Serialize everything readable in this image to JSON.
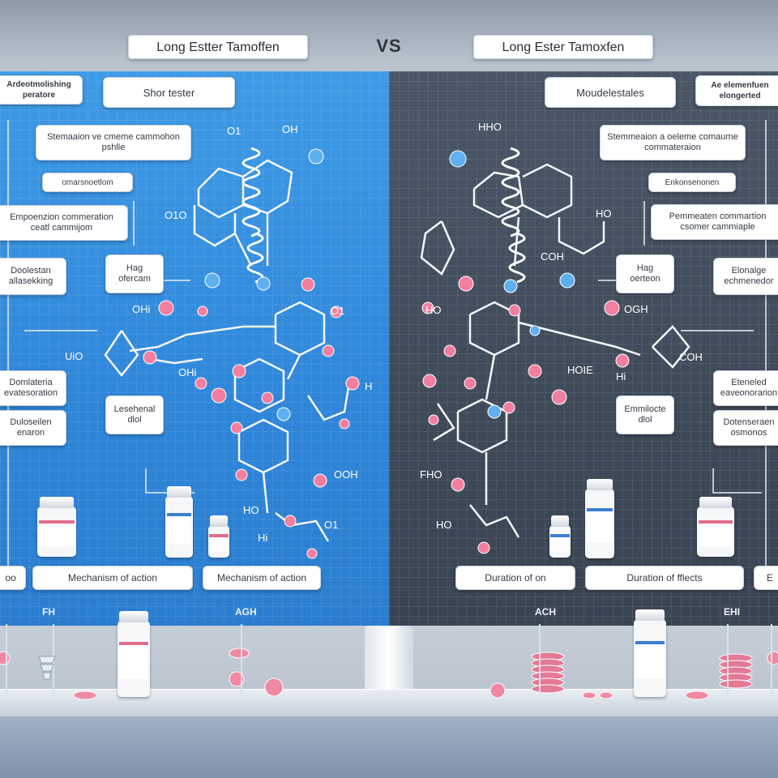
{
  "header": {
    "left_title": "Long Estter Tamoffen",
    "vs": "VS",
    "right_title": "Long Ester Tamoxfen"
  },
  "left_panel": {
    "top_label": "Shor tester",
    "side_labels": [
      "Ardeotmolishing peratore",
      "Stemaaion ve cmeme cammohon pshlle",
      "omarsnoetlom",
      "Empoenzion commeration ceatl cammijom",
      "Doolestan allasekking",
      "Hag ofercam",
      "Lesehenal dlol",
      "Domlateria evatesoration",
      "Duloseilen enaron"
    ],
    "formula_labels": [
      "O1",
      "O1O",
      "OH",
      "OHi",
      "UiO",
      "OHi",
      "H",
      "OOH",
      "HO",
      "Hi",
      "O1",
      "O1"
    ],
    "bottom_labels": [
      "Mechanism of action",
      "Mechanism of action"
    ],
    "rail_labels": [
      "FH",
      "AGH"
    ],
    "left_edge_label": "oo"
  },
  "right_panel": {
    "top_label": "Moudelestales",
    "top_right_label": "Ae elemenfuen elongerted",
    "side_labels": [
      "Stemmeaion a oeleme comaume commateraion",
      "Enkonsenonen",
      "Pemmeaten commartion csomer cammiaple",
      "Hag oerteon",
      "Elonalge echmenedor",
      "Emmilocte dlol",
      "Eteneled eaveonorarion",
      "Dotenseraen osmonos"
    ],
    "formula_labels": [
      "HHO",
      "COH",
      "HO",
      "OGH",
      "HOIE",
      "Hi",
      "COH",
      "FHO",
      "HO",
      "HO"
    ],
    "bottom_labels": [
      "Duration of on",
      "Duration of fflects",
      "E"
    ],
    "rail_labels": [
      "ACH",
      "EHI"
    ]
  },
  "colors": {
    "left_panel": "#3a94e3",
    "right_panel": "#434f5f",
    "atom_pink": "#f27f9f",
    "atom_blue": "#5fb0f0",
    "bond": "#f4f6f8"
  }
}
